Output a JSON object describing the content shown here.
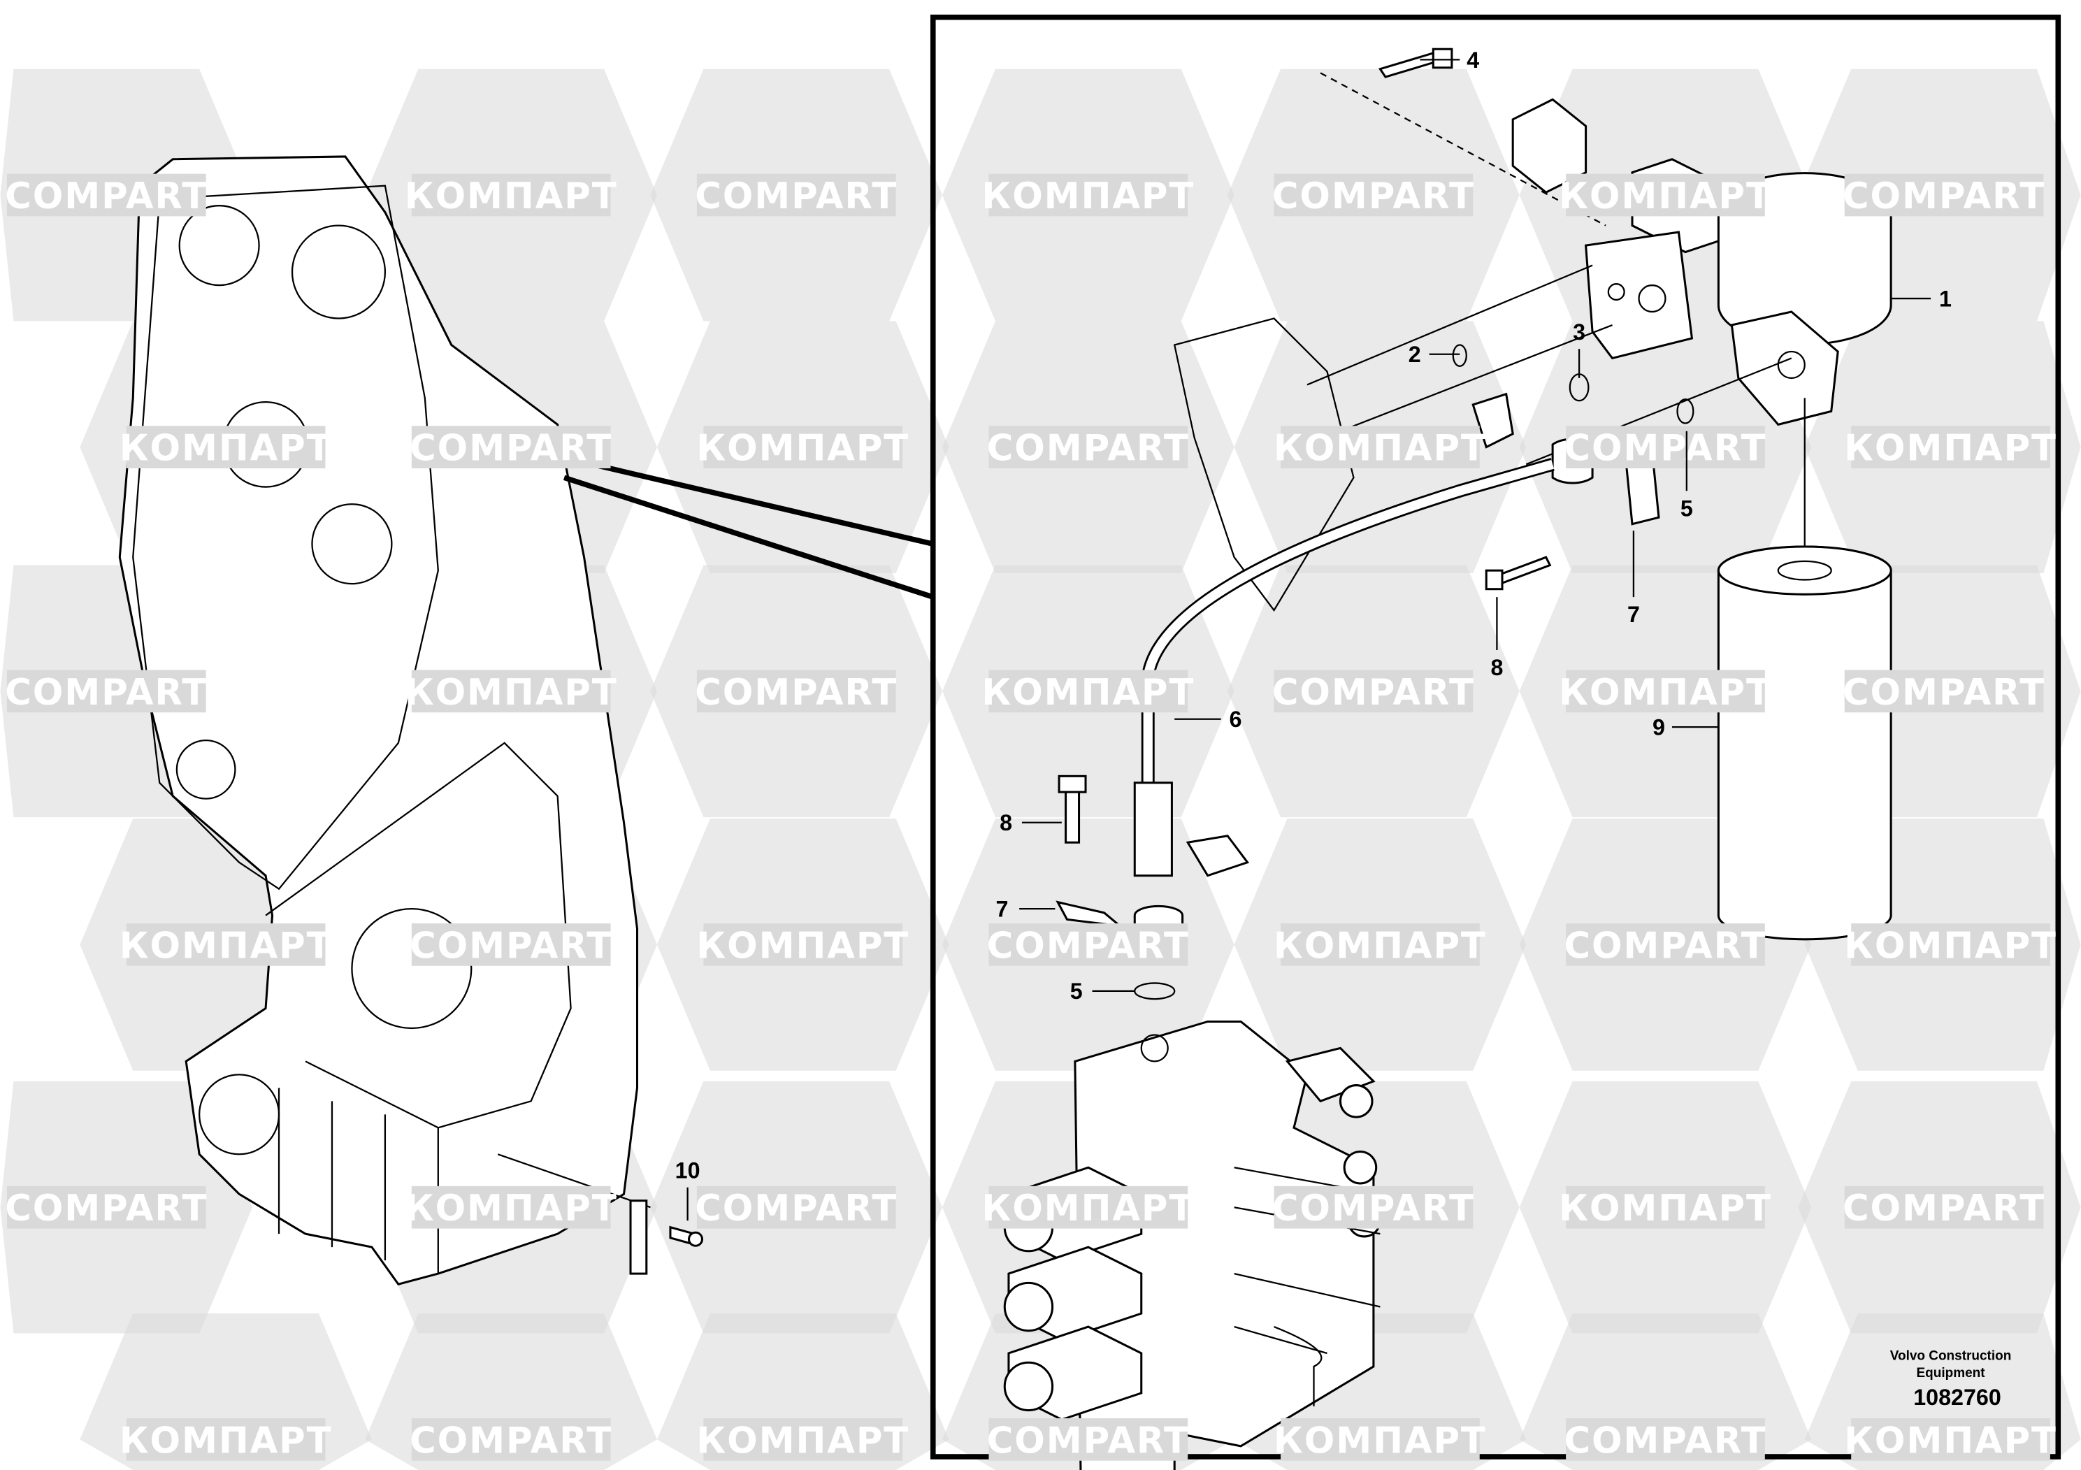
{
  "watermark": {
    "word_cyrillic": "КОМПАРТ",
    "word_latin": "COMPART",
    "color": "#d9d9d9"
  },
  "callouts": {
    "c1": "1",
    "c2": "2",
    "c3": "3",
    "c4": "4",
    "c5a": "5",
    "c5b": "5",
    "c6": "6",
    "c7a": "7",
    "c7b": "7",
    "c8a": "8",
    "c8b": "8",
    "c9": "9",
    "c10": "10"
  },
  "footer": {
    "maker_line1": "Volvo Construction",
    "maker_line2": "Equipment",
    "drawing_number": "1082760"
  }
}
